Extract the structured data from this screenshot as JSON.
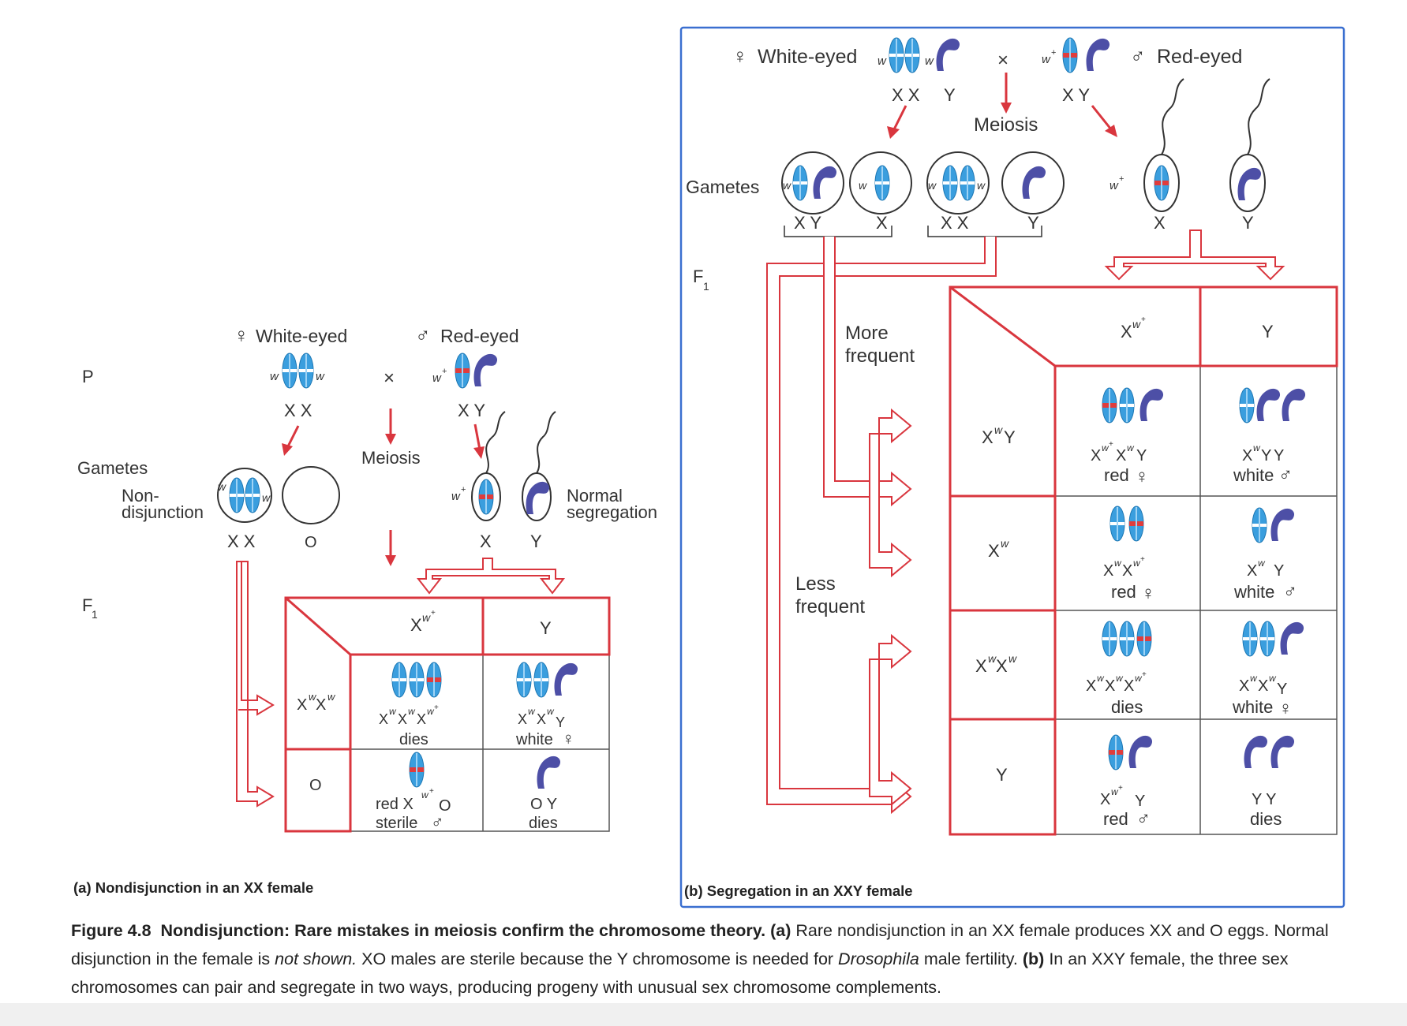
{
  "panel_a": {
    "label": "(a) Nondisjunction in an XX female",
    "row_p": "P",
    "row_gametes": "Gametes",
    "row_f1": "F",
    "row_f1_sub": "1",
    "female": "White-eyed",
    "male": "Red-eyed",
    "female_geno": "X X",
    "male_geno": "X Y",
    "cross": "×",
    "meiosis": "Meiosis",
    "allele_w": "w",
    "allele_wplus": "w",
    "nondisjunction_l1": "Non-",
    "nondisjunction_l2": "disjunction",
    "normal_l1": "Normal",
    "normal_l2": "segregation",
    "egg_xx": "X X",
    "egg_o": "O",
    "sperm_x": "X",
    "sperm_y": "Y",
    "col_x": "X",
    "col_y": "Y",
    "row_xx": "X",
    "row_o": "O",
    "cells": {
      "xxx_geno": "X",
      "xxx_fate": "dies",
      "xxy_fate": "white",
      "xo_l1": "red X",
      "xo_l2": "sterile",
      "oy_geno": "O Y",
      "oy_fate": "dies"
    }
  },
  "panel_b": {
    "label": "(b) Segregation in an XXY female",
    "female": "White-eyed",
    "male": "Red-eyed",
    "female_geno_xx": "X X",
    "female_geno_y": "Y",
    "male_geno": "X Y",
    "cross": "×",
    "meiosis": "Meiosis",
    "gametes": "Gametes",
    "f1": "F",
    "f1_sub": "1",
    "gamete_xy": "X Y",
    "gamete_x": "X",
    "gamete_xx": "X X",
    "gamete_y": "Y",
    "sperm_x": "X",
    "sperm_y": "Y",
    "more_l1": "More",
    "more_l2": "frequent",
    "less_l1": "Less",
    "less_l2": "frequent",
    "col_x": "X",
    "col_y": "Y",
    "rows": [
      "X",
      "X",
      "X",
      "Y"
    ],
    "fates": {
      "r1c1": "red",
      "r1c2": "white",
      "r2c1": "red",
      "r2c2": "white",
      "r3c1": "dies",
      "r3c2": "white",
      "r4c1": "red",
      "r4c2": "dies",
      "r4c2_geno": "Y Y"
    }
  },
  "caption": {
    "fig_no": "Figure 4.8",
    "title": "Nondisjunction: Rare mistakes in meiosis confirm the chromosome theory.",
    "a_tag": "(a)",
    "a_text_1": "Rare nondisjunction in an XX female produces XX and O eggs. Normal disjunction in the female is",
    "a_text_ital": "not shown.",
    "a_text_2": "XO males are sterile because the Y chromosome is needed for",
    "genus": "Drosophila",
    "a_text_3": "male fertility.",
    "b_tag": "(b)",
    "b_text": "In an XXY female, the three sex chromosomes can pair and segregate in two ways, producing progeny with unusual sex chromosome complements."
  },
  "colors": {
    "grid": "#d9363e",
    "frame": "#3a6fd0",
    "x_chrom": "#3a9ede",
    "y_chrom": "#4d4fa6",
    "allele_red": "#e03c3c"
  }
}
